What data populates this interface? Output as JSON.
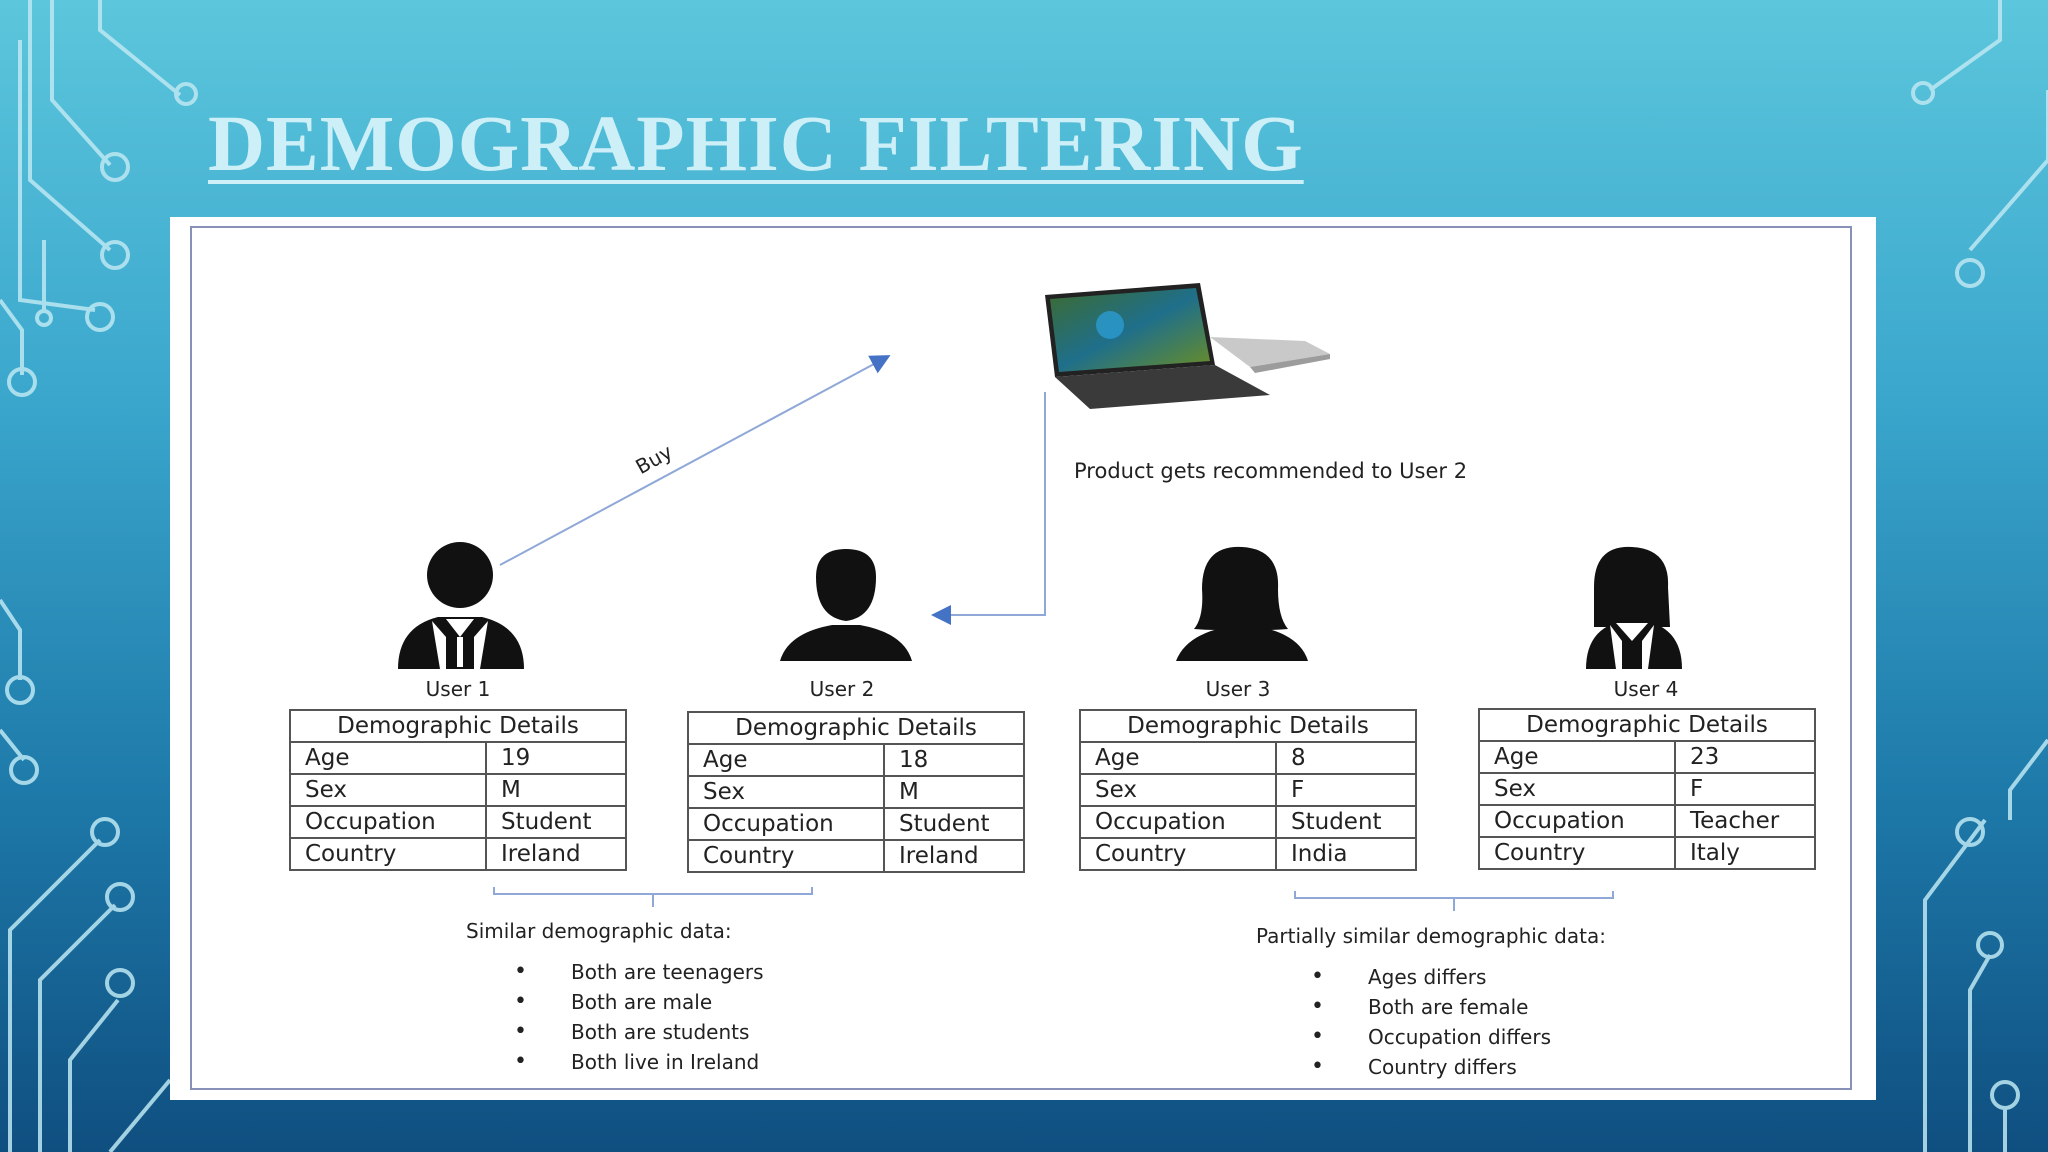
{
  "title": "DEMOGRAPHIC FILTERING",
  "diagram": {
    "buy_label": "Buy",
    "recommend_label": "Product gets recommended to User 2",
    "product_icon": "laptop-icon",
    "table_header": "Demographic Details",
    "users": [
      {
        "label": "User 1",
        "icon": "male-user-icon",
        "rows": [
          [
            "Age",
            "19"
          ],
          [
            "Sex",
            "M"
          ],
          [
            "Occupation",
            "Student"
          ],
          [
            "Country",
            "Ireland"
          ]
        ]
      },
      {
        "label": "User 2",
        "icon": "male-user-icon",
        "rows": [
          [
            "Age",
            "18"
          ],
          [
            "Sex",
            "M"
          ],
          [
            "Occupation",
            "Student"
          ],
          [
            "Country",
            "Ireland"
          ]
        ]
      },
      {
        "label": "User 3",
        "icon": "female-user-icon",
        "rows": [
          [
            "Age",
            "8"
          ],
          [
            "Sex",
            "F"
          ],
          [
            "Occupation",
            "Student"
          ],
          [
            "Country",
            "India"
          ]
        ]
      },
      {
        "label": "User 4",
        "icon": "female-user-icon",
        "rows": [
          [
            "Age",
            "23"
          ],
          [
            "Sex",
            "F"
          ],
          [
            "Occupation",
            "Teacher"
          ],
          [
            "Country",
            "Italy"
          ]
        ]
      }
    ],
    "summary_left": {
      "heading": "Similar demographic data:",
      "items": [
        "Both are teenagers",
        "Both are male",
        "Both are students",
        "Both live in Ireland"
      ]
    },
    "summary_right": {
      "heading": "Partially similar demographic data:",
      "items": [
        "Ages differs",
        "Both are female",
        "Occupation differs",
        "Country differs"
      ]
    }
  }
}
